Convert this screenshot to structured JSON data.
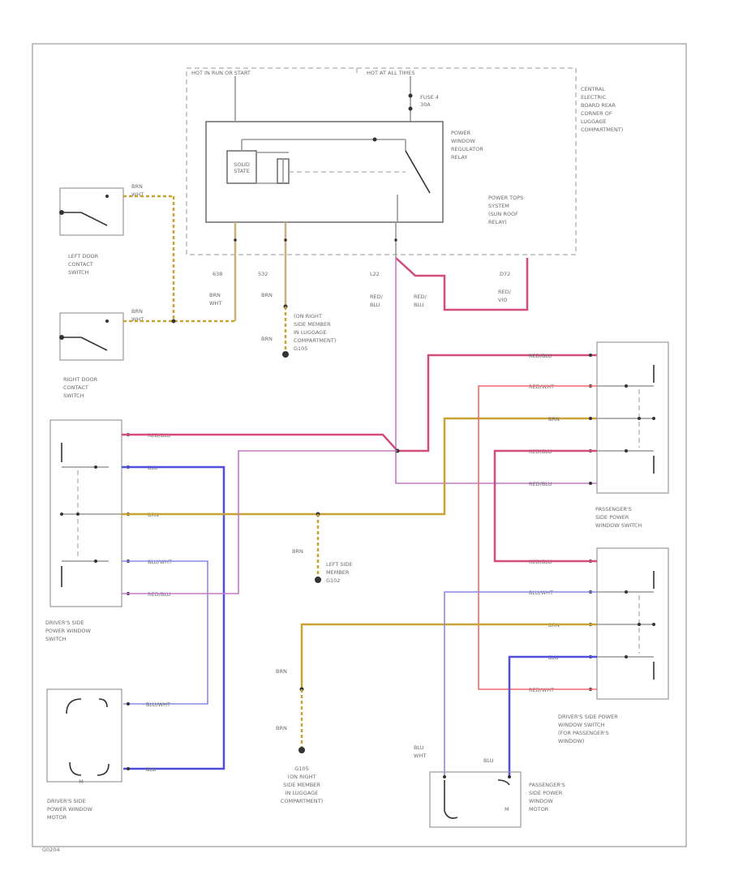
{
  "labels": {
    "hot_run": "HOT IN RUN OR START",
    "hot_all": "HOT AT ALL TIMES",
    "cem": "CENTRAL ELECTRIC BOARD REAR CORNER OF LUGGAGE COMPARTMENT",
    "fuse": "FUSE 4 30A",
    "relay": "POWER WINDOW REGULATOR RELAY",
    "relay_inner": "SOLID STATE",
    "sunroof": "POWER TOPS SYSTEM (SUN ROOF RELAY)",
    "left_door": "LEFT DOOR CONTACT SWITCH",
    "right_door": "RIGHT DOOR CONTACT SWITCH",
    "ground_right": "(ON RIGHT SIDE MEMBER IN LUGGAGE COMPARTMENT) G105",
    "drv_switch": "DRIVER'S SIDE POWER WINDOW SWITCH",
    "drv_motor": "DRIVER'S SIDE POWER WINDOW MOTOR",
    "ground_left": "LEFT SIDE MEMBER G102",
    "ground_bottom": "G105 (ON RIGHT SIDE MEMBER IN LUGGAGE COMPARTMENT)",
    "pass_switch": "PASSENGER'S SIDE POWER WINDOW SWITCH",
    "drv_pass_switch": "DRIVER'S SIDE POWER WINDOW SWITCH (FOR PASSENGER'S WINDOW)",
    "pass_motor": "PASSENGER'S SIDE POWER WINDOW MOTOR",
    "footer": "G0204"
  },
  "wires": {
    "brn_wht": "BRN WHT",
    "brn": "BRN",
    "red_blu": "RED BLU",
    "red_vio": "RED VIO",
    "red_blu_c": "RED/BLU",
    "red_wht": "RED/WHT",
    "blu": "BLU",
    "blu_wht": "BLU/WHT",
    "blu_wht_s": "BLU WHT",
    "circuit_638": "638",
    "circuit_532": "532",
    "circuit_l22": "L22",
    "circuit_d72": "D72"
  },
  "colors": {
    "yellow": "#c9a236",
    "brown": "#c9b27a",
    "red": "#f06a6a",
    "pink": "#d24d7e",
    "violet": "#c27ac9",
    "blue": "#4f4fdc"
  }
}
